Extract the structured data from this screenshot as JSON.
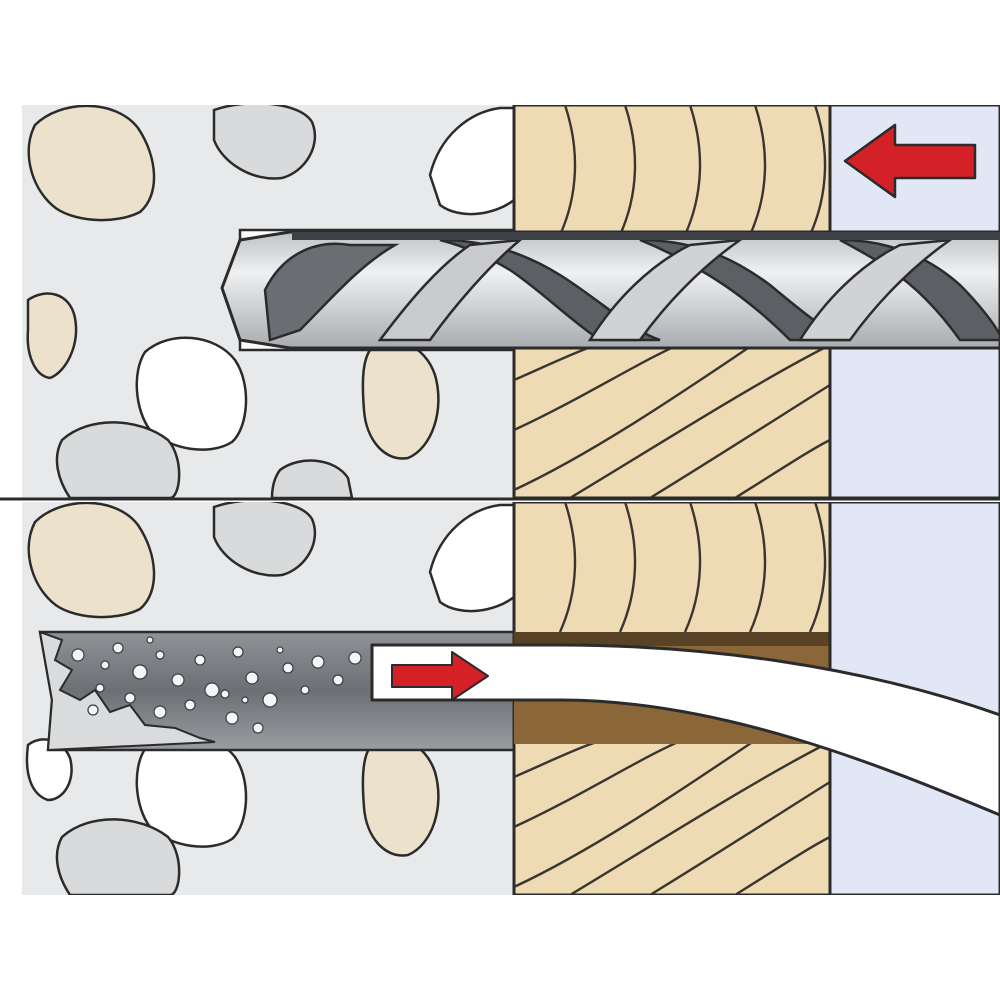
{
  "diagram": {
    "panels": [
      {
        "id": "drilling",
        "step": "drill-hole-through-wood-into-masonry",
        "arrow_direction": "left"
      },
      {
        "id": "cleaning",
        "step": "blow-out-and-clean-drill-hole",
        "arrow_direction": "right"
      }
    ],
    "materials": [
      "masonry",
      "wood-batten",
      "plaster-board"
    ],
    "icons": {
      "drill_bit": "drill-bit-icon",
      "insertion_arrow": "arrow-left-icon",
      "cleaning_arrow": "arrow-right-icon",
      "cleaning_hose": "hose-icon"
    },
    "colors": {
      "masonry": "#e8e9ea",
      "stone_beige": "#ece2cc",
      "stone_grey": "#d8dadc",
      "wood": "#eedbb3",
      "wood_grain": "#3a3530",
      "wall_board": "#e2e7f5",
      "arrow_red": "#d42027",
      "drill_steel": "#d4d6d8",
      "drill_dark": "#5c5f63",
      "dust": "#6f7276",
      "outline": "#2b2b2b"
    }
  }
}
